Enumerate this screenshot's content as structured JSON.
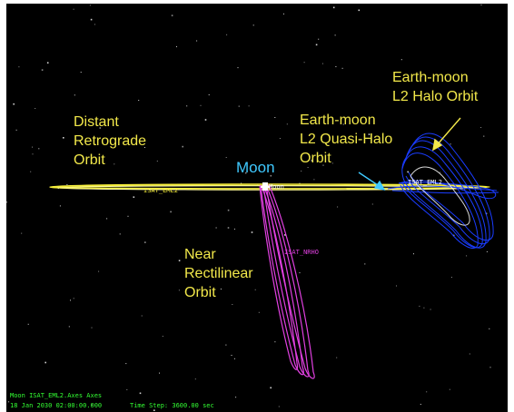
{
  "labels": {
    "dro": "Distant\nRetrograde\nOrbit",
    "moon": "Moon",
    "nrho": "Near\nRectilinear\nOrbit",
    "quasi_halo": "Earth-moon\nL2 Quasi-Halo\nOrbit",
    "halo": "Earth-moon\nL2 Halo Orbit"
  },
  "object_labels": {
    "eml2_left": "ISAT_EML2",
    "moon_small": "Moon",
    "nrho": "ISAT_NRHO",
    "eml2_right": "ISAT_EML2"
  },
  "hud": {
    "axes": "Moon ISAT_EML2.Axes Axes",
    "date": "18 Jan 2030 02:00:00.000",
    "time_step": "Time Step: 3600.00 sec"
  },
  "colors": {
    "background": "#000000",
    "label": "#f2e84a",
    "moon_label": "#3fc9ff",
    "dro_orbit": "#f5ee3a",
    "nrho_orbit": "#e040e0",
    "halo_orbit": "#1a3cff",
    "hud_text": "#33ff33",
    "arrow": "#f2e84a"
  }
}
